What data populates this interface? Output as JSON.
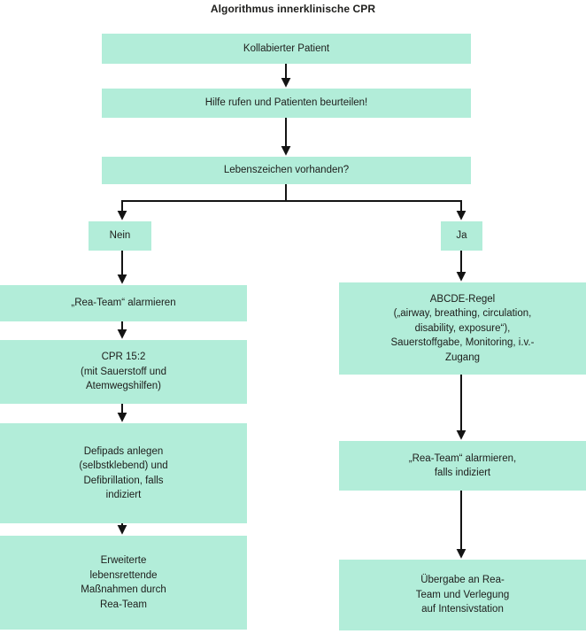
{
  "title": "Algorithmus innerklinische CPR",
  "colors": {
    "node_fill": "#b2edd9",
    "text": "#1d1d1b",
    "arrow": "#141414",
    "background": "#ffffff"
  },
  "nodes": {
    "kollabiert": {
      "lines": [
        "Kollabierter Patient"
      ]
    },
    "hilfe": {
      "lines": [
        "Hilfe rufen und Patienten beurteilen!"
      ]
    },
    "lebenszeichen": {
      "lines": [
        "Lebenszeichen vorhanden?"
      ]
    },
    "nein": {
      "lines": [
        "Nein"
      ]
    },
    "ja": {
      "lines": [
        "Ja"
      ]
    },
    "rea_alarmieren": {
      "lines": [
        "„Rea-Team“ alarmieren"
      ]
    },
    "cpr": {
      "lines": [
        "CPR 15:2",
        "(mit Sauerstoff und",
        "Atemwegshilfen)"
      ]
    },
    "defipads": {
      "lines": [
        "Defipads anlegen",
        "(selbstklebend) und",
        "Defibrillation, falls",
        "indiziert"
      ]
    },
    "erweitert": {
      "lines": [
        "Erweiterte",
        "lebensrettende",
        "Maßnahmen durch",
        "Rea-Team"
      ]
    },
    "abcde": {
      "lines": [
        "ABCDE-Regel",
        "(„airway, breathing, circulation,",
        "disability, exposure“),",
        "Sauerstoffgabe, Monitoring, i.v.-",
        "Zugang"
      ]
    },
    "rea_falls": {
      "lines": [
        "„Rea-Team“ alarmieren,",
        "falls indiziert"
      ]
    },
    "uebergabe": {
      "lines": [
        "Übergabe an Rea-",
        "Team und Verlegung",
        "auf Intensivstation"
      ]
    }
  },
  "edges": [
    {
      "from": "kollabiert",
      "to": "hilfe"
    },
    {
      "from": "hilfe",
      "to": "lebenszeichen"
    },
    {
      "from": "lebenszeichen",
      "to": "nein"
    },
    {
      "from": "lebenszeichen",
      "to": "ja"
    },
    {
      "from": "nein",
      "to": "rea_alarmieren"
    },
    {
      "from": "rea_alarmieren",
      "to": "cpr"
    },
    {
      "from": "cpr",
      "to": "defipads"
    },
    {
      "from": "defipads",
      "to": "erweitert"
    },
    {
      "from": "ja",
      "to": "abcde"
    },
    {
      "from": "abcde",
      "to": "rea_falls"
    },
    {
      "from": "rea_falls",
      "to": "uebergabe"
    }
  ]
}
